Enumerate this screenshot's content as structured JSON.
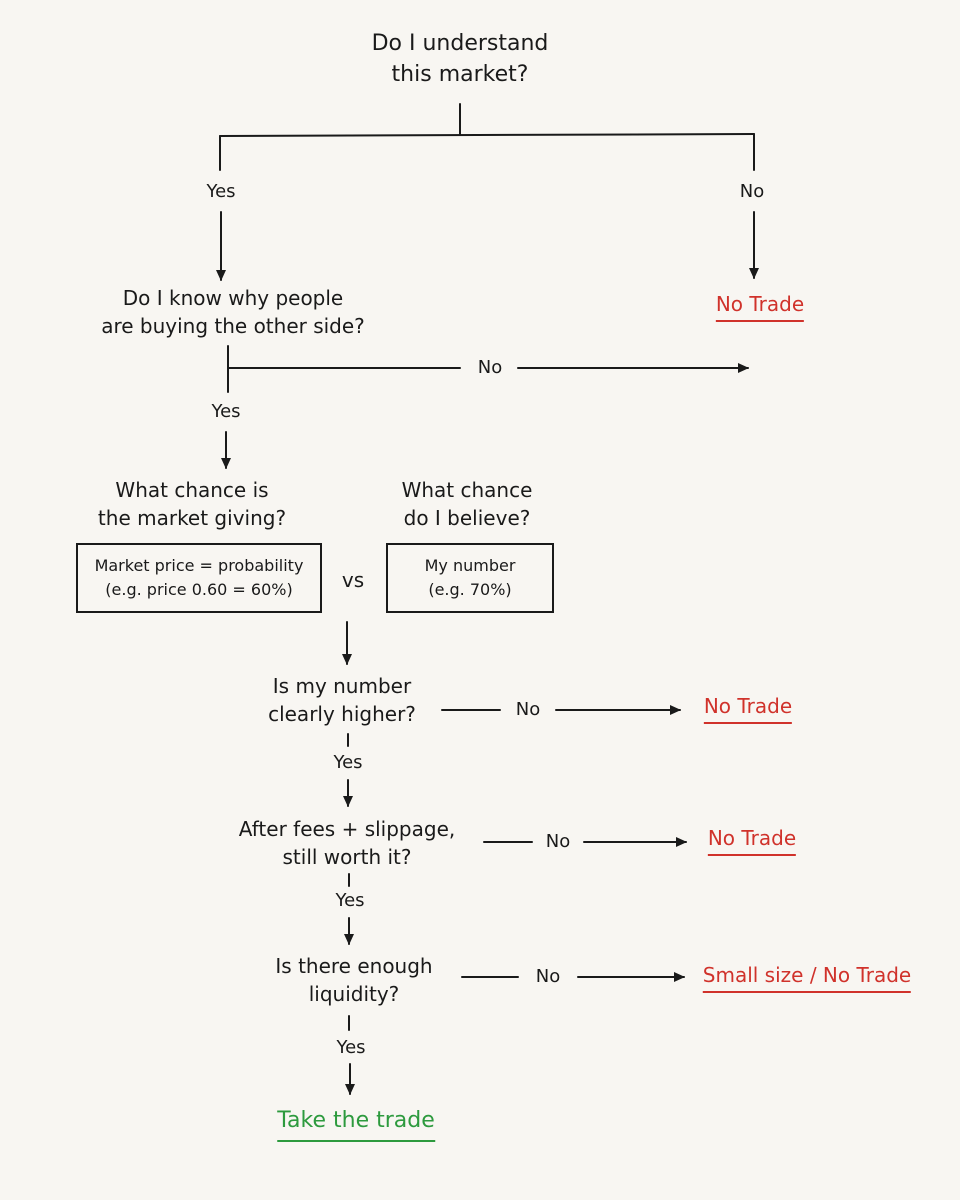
{
  "nodes": {
    "q1_line1": "Do I understand",
    "q1_line2": "this market?",
    "q2_line1": "Do I know why people",
    "q2_line2": "are buying the other side?",
    "q3a_line1": "What chance is",
    "q3a_line2": "the market giving?",
    "q3b_line1": "What chance",
    "q3b_line2": "do I believe?",
    "box_market_line1": "Market price = probability",
    "box_market_line2": "(e.g. price 0.60 = 60%)",
    "vs": "vs",
    "box_mine_line1": "My number",
    "box_mine_line2": "(e.g. 70%)",
    "q4_line1": "Is my number",
    "q4_line2": "clearly higher?",
    "q5_line1": "After fees + slippage,",
    "q5_line2": "still worth it?",
    "q6_line1": "Is there enough",
    "q6_line2": "liquidity?"
  },
  "labels": {
    "yes": "Yes",
    "no": "No"
  },
  "outcomes": {
    "no_trade": "No Trade",
    "small_size": "Small size / No Trade",
    "take_trade": "Take the trade"
  },
  "colors": {
    "background": "#f8f6f2",
    "ink": "#1a1a1a",
    "negative": "#d0322b",
    "positive": "#2d9a3e"
  }
}
